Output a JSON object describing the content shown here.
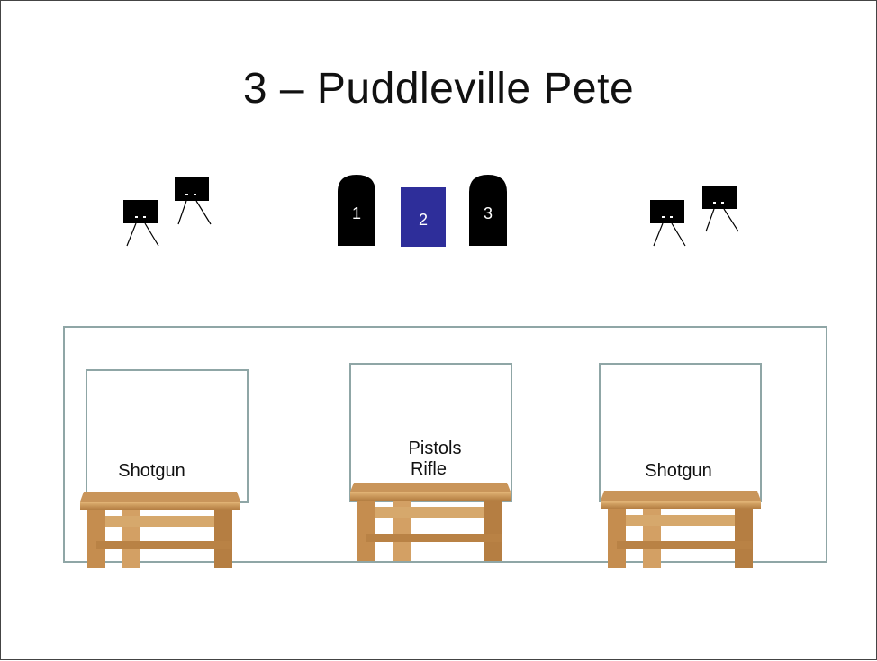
{
  "slide": {
    "title": "3 – Puddleville Pete"
  },
  "targets": [
    {
      "id": "1",
      "label": "1",
      "shape": "rounded-top",
      "color": "#000000"
    },
    {
      "id": "2",
      "label": "2",
      "shape": "rectangle",
      "color": "#2e2e9a"
    },
    {
      "id": "3",
      "label": "3",
      "shape": "rounded-top",
      "color": "#000000"
    }
  ],
  "stations": [
    {
      "name": "left",
      "label": "Shotgun"
    },
    {
      "name": "center",
      "label_lines": [
        "Pistols",
        "Rifle"
      ]
    },
    {
      "name": "right",
      "label": "Shotgun"
    }
  ],
  "colors": {
    "outline": "#8fa6a6",
    "wood_light": "#d9a866",
    "wood_dark": "#a8743a"
  }
}
